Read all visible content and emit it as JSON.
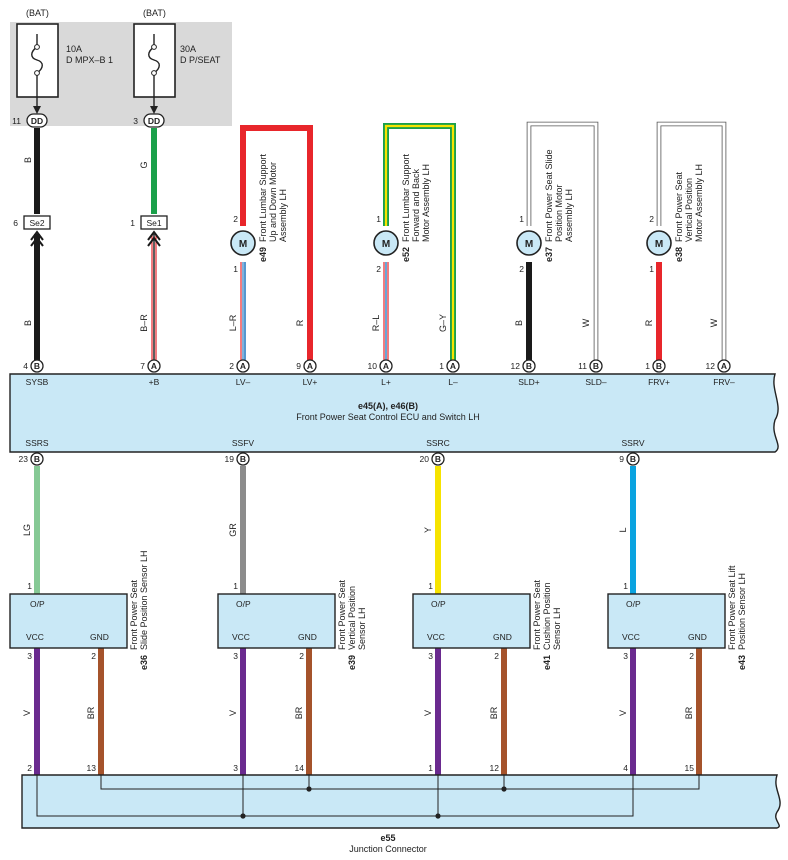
{
  "bat_label": "(BAT)",
  "fuses": [
    {
      "rating": "10A",
      "name": "D MPX–B 1",
      "conn_pin": "11",
      "conn": "DD"
    },
    {
      "rating": "30A",
      "name": "D P/SEAT",
      "conn_pin": "3",
      "conn": "DD"
    }
  ],
  "inline_connectors": [
    {
      "pin": "6",
      "name": "Se2"
    },
    {
      "pin": "1",
      "name": "Se1"
    }
  ],
  "ecu": {
    "code": "e45(A), e46(B)",
    "name": "Front Power Seat Control ECU and Switch LH",
    "top_terminals": [
      {
        "pin": "4",
        "conn": "B",
        "label": "SYSB",
        "wire": "B"
      },
      {
        "pin": "7",
        "conn": "A",
        "label": "+B",
        "wire": "B–R"
      },
      {
        "pin": "2",
        "conn": "A",
        "label": "LV–",
        "wire": "L–R"
      },
      {
        "pin": "9",
        "conn": "A",
        "label": "LV+",
        "wire": "R"
      },
      {
        "pin": "10",
        "conn": "A",
        "label": "L+",
        "wire": "R–L"
      },
      {
        "pin": "1",
        "conn": "A",
        "label": "L–",
        "wire": "G–Y"
      },
      {
        "pin": "12",
        "conn": "B",
        "label": "SLD+",
        "wire": "B"
      },
      {
        "pin": "11",
        "conn": "B",
        "label": "SLD–",
        "wire": "W"
      },
      {
        "pin": "1",
        "conn": "B",
        "label": "FRV+",
        "wire": "R"
      },
      {
        "pin": "12",
        "conn": "A",
        "label": "FRV–",
        "wire": "W"
      }
    ],
    "bottom_terminals": [
      {
        "pin": "23",
        "conn": "B",
        "label": "SSRS",
        "wire": "LG"
      },
      {
        "pin": "19",
        "conn": "B",
        "label": "SSFV",
        "wire": "GR"
      },
      {
        "pin": "20",
        "conn": "B",
        "label": "SSRC",
        "wire": "Y"
      },
      {
        "pin": "9",
        "conn": "B",
        "label": "SSRV",
        "wire": "L"
      }
    ]
  },
  "upper_wire_labels": {
    "bat1": "B",
    "bat2": "G"
  },
  "motors": [
    {
      "code": "e49",
      "name": [
        "Front Lumbar Support",
        "Up and Down Motor",
        "Assembly LH"
      ],
      "pin_top": "2",
      "pin_bottom": "1",
      "symbol": "M"
    },
    {
      "code": "e52",
      "name": [
        "Front Lumbar Support",
        "Forward and Back",
        "Motor Assembly LH"
      ],
      "pin_top": "1",
      "pin_bottom": "2",
      "symbol": "M"
    },
    {
      "code": "e37",
      "name": [
        "Front Power Seat Slide",
        "Position Motor",
        "Assembly LH"
      ],
      "pin_top": "1",
      "pin_bottom": "2",
      "symbol": "M"
    },
    {
      "code": "e38",
      "name": [
        "Front Power Seat",
        "Vertical Position",
        "Motor Assembly LH"
      ],
      "pin_top": "2",
      "pin_bottom": "1",
      "symbol": "M"
    }
  ],
  "sensors": [
    {
      "code": "e36",
      "name": [
        "Front Power Seat",
        "Slide Position Sensor LH"
      ],
      "op": "O/P",
      "vcc": "VCC",
      "gnd": "GND",
      "pin_op": "1",
      "pin_vcc": "3",
      "pin_gnd": "2",
      "wire_vcc": "V",
      "wire_gnd": "BR",
      "jc_vcc": "2",
      "jc_gnd": "13"
    },
    {
      "code": "e39",
      "name": [
        "Front Power Seat",
        "Vertical Position",
        "Sensor LH"
      ],
      "op": "O/P",
      "vcc": "VCC",
      "gnd": "GND",
      "pin_op": "1",
      "pin_vcc": "3",
      "pin_gnd": "2",
      "wire_vcc": "V",
      "wire_gnd": "BR",
      "jc_vcc": "3",
      "jc_gnd": "14"
    },
    {
      "code": "e41",
      "name": [
        "Front Power Seat",
        "Cushion Position",
        "Sensor LH"
      ],
      "op": "O/P",
      "vcc": "VCC",
      "gnd": "GND",
      "pin_op": "1",
      "pin_vcc": "3",
      "pin_gnd": "2",
      "wire_vcc": "V",
      "wire_gnd": "BR",
      "jc_vcc": "1",
      "jc_gnd": "12"
    },
    {
      "code": "e43",
      "name": [
        "Front Power Seat Lift",
        "Position Sensor LH"
      ],
      "op": "O/P",
      "vcc": "VCC",
      "gnd": "GND",
      "pin_op": "1",
      "pin_vcc": "3",
      "pin_gnd": "2",
      "wire_vcc": "V",
      "wire_gnd": "BR",
      "jc_vcc": "4",
      "jc_gnd": "15"
    }
  ],
  "junction": {
    "code": "e55",
    "name": "Junction Connector"
  },
  "colors": {
    "black": "#1a1a1a",
    "green": "#1aa04a",
    "red": "#e8262b",
    "blue": "#2b7fc4",
    "yellow": "#f6e300",
    "lightgreen": "#86c995",
    "gray": "#8c8c8c",
    "lightblue": "#0aa3e0",
    "violet": "#6a2a8f",
    "brown": "#a5532b",
    "ecu_fill": "#c9e8f6",
    "fuse_bg": "#d9d9d9"
  }
}
